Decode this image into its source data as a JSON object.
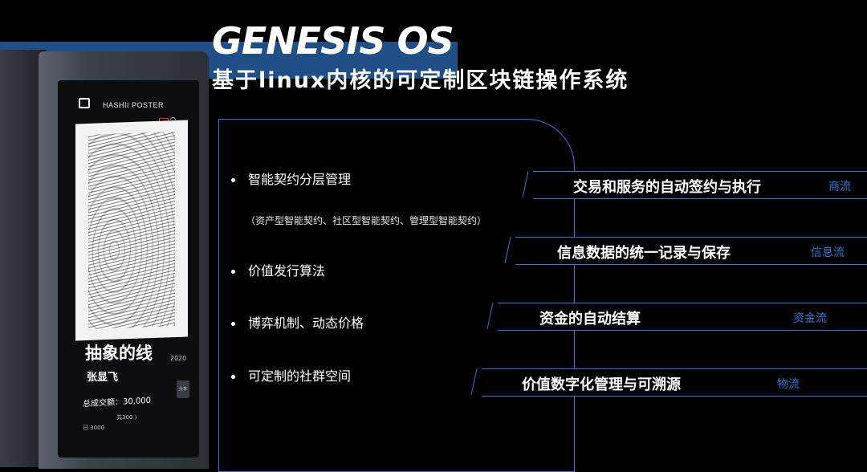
{
  "header": {
    "title": "GENESIS OS",
    "subtitle": "基于linux内核的可定制区块链操作系统"
  },
  "kiosk": {
    "app_name": "HASHII POSTER",
    "artwork_title": "抽象的线",
    "artwork_year": "2020",
    "artist": "张显飞",
    "trade_total": "总成交额：30,000",
    "trade_left": "已 3000",
    "trade_right": "共300 〉",
    "share_label": "分享"
  },
  "features": {
    "items": [
      "智能契约分层管理",
      "价值发行算法",
      "博弈机制、动态价格",
      "可定制的社群空间"
    ],
    "note": "（资产型智能契约、社区型智能契约、管理型智能契约）"
  },
  "flows": [
    {
      "label": "交易和服务的自动签约与执行",
      "tag": "商流"
    },
    {
      "label": "信息数据的统一记录与保存",
      "tag": "信息流"
    },
    {
      "label": "资金的自动结算",
      "tag": "资金流"
    },
    {
      "label": "价值数字化管理与可溯源",
      "tag": "物流"
    }
  ],
  "colors": {
    "background": "#000000",
    "accent_blue": "#2f7ad6",
    "header_bar": "#1f4f86"
  }
}
